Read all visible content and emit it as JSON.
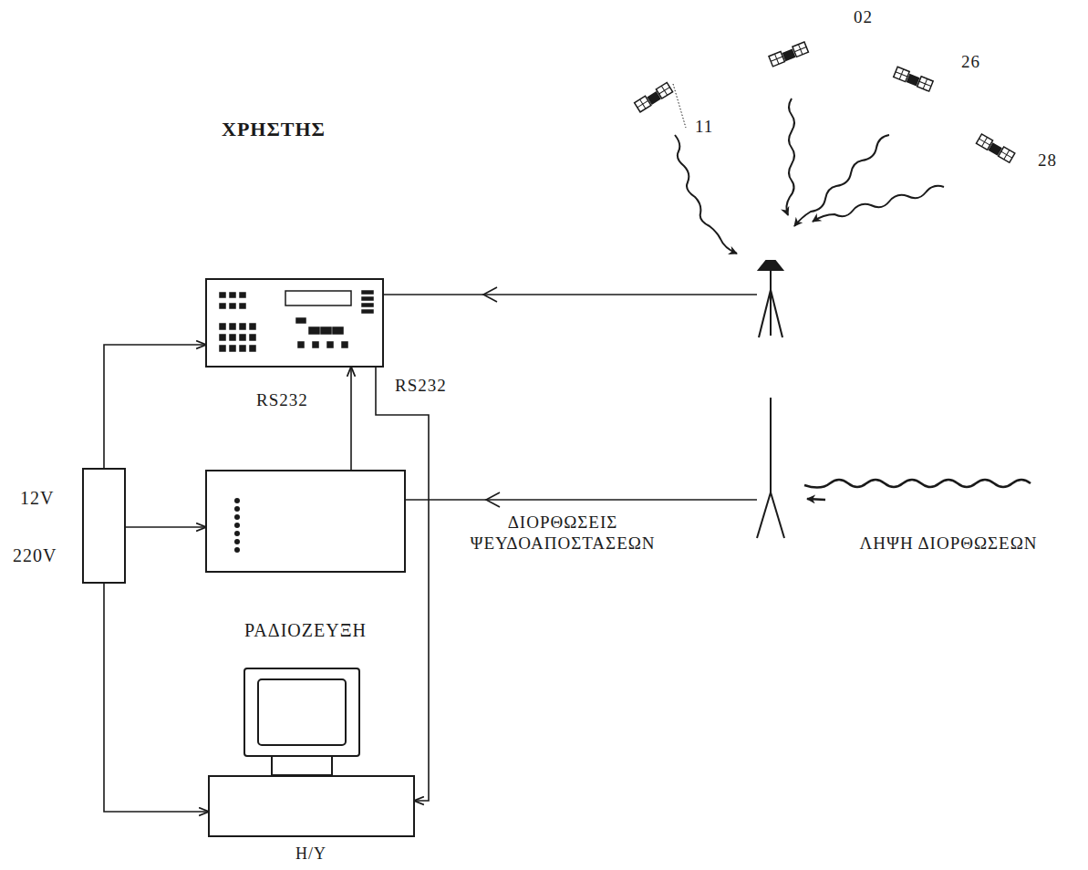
{
  "diagram": {
    "nodes": [
      {
        "text": [
          "ΧΡΗΣΤΗΣ"
        ]
      },
      {
        "text": [
          "12V",
          "220V"
        ]
      },
      {
        "text": [
          "ΡΑΔΙΟΖΕΥΞΗ"
        ]
      },
      {
        "text": [
          "Η/Υ"
        ]
      }
    ],
    "edges": [
      {
        "from": 1,
        "to": 0,
        "arrow": "to"
      },
      {
        "from": 1,
        "to": 2,
        "arrow": "to"
      },
      {
        "from": 1,
        "to": 3,
        "arrow": "to"
      },
      {
        "from": 2,
        "to": 0,
        "label": "RS232",
        "arrow": "to"
      },
      {
        "from": 0,
        "to": 3,
        "label": "RS232",
        "arrow": "to"
      }
    ],
    "labels": [
      "11",
      "02",
      "26",
      "28",
      "ΔΙΟΡΘΩΣΕΙΣ ΨΕΥΔΟΑΠΟΣΤΑΣΕΩΝ",
      "ΛΗΨΗ ΔΙΟΡΘΩΣΕΩΝ"
    ]
  }
}
